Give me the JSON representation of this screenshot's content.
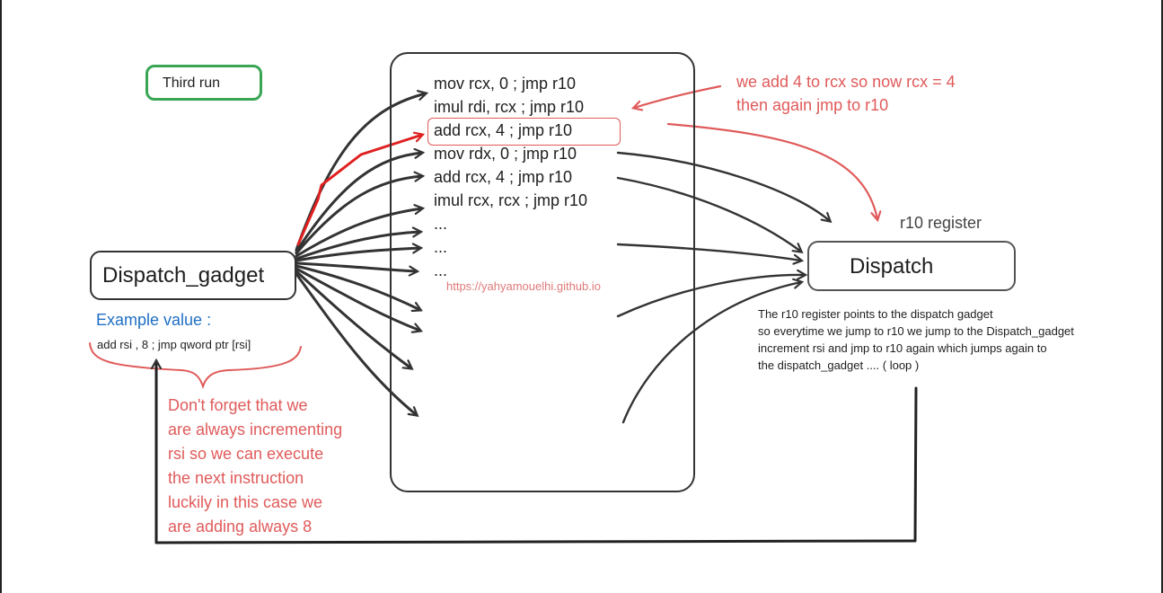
{
  "third_run_label": "Third run",
  "dispatch_gadget_label": "Dispatch_gadget",
  "example_heading": "Example value :",
  "example_code": "add rsi , 8 ; jmp qword ptr [rsi]",
  "instructions": [
    "mov rcx, 0 ; jmp r10",
    "imul rdi, rcx ; jmp r10",
    "add rcx, 4 ; jmp r10",
    "mov rdx, 0 ; jmp r10",
    "add rcx, 4 ; jmp r10",
    "imul rcx, rcx ; jmp r10",
    "...",
    "...",
    "..."
  ],
  "highlighted_index": 2,
  "watermark": "https://yahyamouelhi.github.io",
  "note_top": [
    "we add 4 to rcx so now rcx = 4",
    "then again jmp to r10"
  ],
  "r10_label": "r10 register",
  "dispatch_label": "Dispatch",
  "dispatch_description": [
    "The r10 register points to the dispatch gadget",
    "so everytime we jump to r10 we jump to the Dispatch_gadget",
    "increment rsi and jmp to r10 again which jumps again to",
    "the dispatch_gadget .... ( loop )"
  ],
  "note_bottom": [
    "Don't forget that we",
    "are always incrementing",
    "rsi so we can execute",
    "the next instruction",
    "luckily in this case we",
    "are adding always 8"
  ],
  "colors": {
    "stroke": "#333333",
    "accent_red": "#e05a5a",
    "arrow_red": "#e02020",
    "accent_green": "#3aa655",
    "accent_blue": "#1f6fc5"
  }
}
